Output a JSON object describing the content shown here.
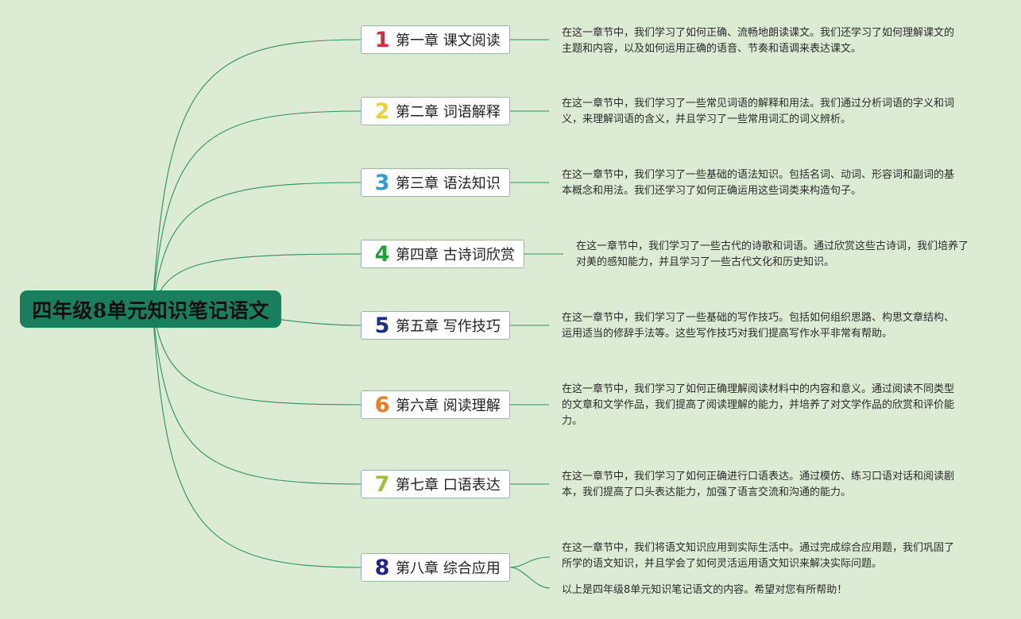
{
  "root": {
    "title": "四年级8单元知识笔记语文"
  },
  "branch_color": "#2f8f66",
  "chapters": [
    {
      "number": "1",
      "label": "第一章 课文阅读",
      "color": "#d92b3a",
      "text": "在这一章节中，我们学习了如何正确、流畅地朗读课文。我们还学习了如何理解课文的主题和内容，以及如何运用正确的语音、节奏和语调来表达课文。"
    },
    {
      "number": "2",
      "label": "第二章 词语解释",
      "color": "#f0cf3c",
      "text": "在这一章节中，我们学习了一些常见词语的解释和用法。我们通过分析词语的字义和词义，来理解词语的含义，并且学习了一些常用词汇的词义辨析。"
    },
    {
      "number": "3",
      "label": "第三章 语法知识",
      "color": "#2f9bd6",
      "text": "在这一章节中，我们学习了一些基础的语法知识。包括名词、动词、形容词和副词的基本概念和用法。我们还学习了如何正确运用这些词类来构造句子。"
    },
    {
      "number": "4",
      "label": "第四章 古诗词欣赏",
      "color": "#21a03a",
      "text": "在这一章节中，我们学习了一些古代的诗歌和词语。通过欣赏这些古诗词，我们培养了对美的感知能力，并且学习了一些古代文化和历史知识。"
    },
    {
      "number": "5",
      "label": "第五章 写作技巧",
      "color": "#1c2d8c",
      "text": "在这一章节中，我们学习了一些基础的写作技巧。包括如何组织思路、构思文章结构、运用适当的修辞手法等。这些写作技巧对我们提高写作水平非常有帮助。"
    },
    {
      "number": "6",
      "label": "第六章 阅读理解",
      "color": "#f07a22",
      "text": "在这一章节中，我们学习了如何正确理解阅读材料中的内容和意义。通过阅读不同类型的文章和文学作品，我们提高了阅读理解的能力，并培养了对文学作品的欣赏和评价能力。"
    },
    {
      "number": "7",
      "label": "第七章 口语表达",
      "color": "#9cc23c",
      "text": "在这一章节中，我们学习了如何正确进行口语表达。通过模仿、练习口语对话和阅读剧本，我们提高了口头表达能力，加强了语言交流和沟通的能力。"
    },
    {
      "number": "8",
      "label": "第八章 综合应用",
      "color": "#24228a",
      "text": "在这一章节中，我们将语文知识应用到实际生活中。通过完成综合应用题，我们巩固了所学的语文知识，并且学会了如何灵活运用语文知识来解决实际问题。"
    }
  ],
  "footer": {
    "text": "以上是四年级8单元知识笔记语文的内容。希望对您有所帮助！"
  }
}
